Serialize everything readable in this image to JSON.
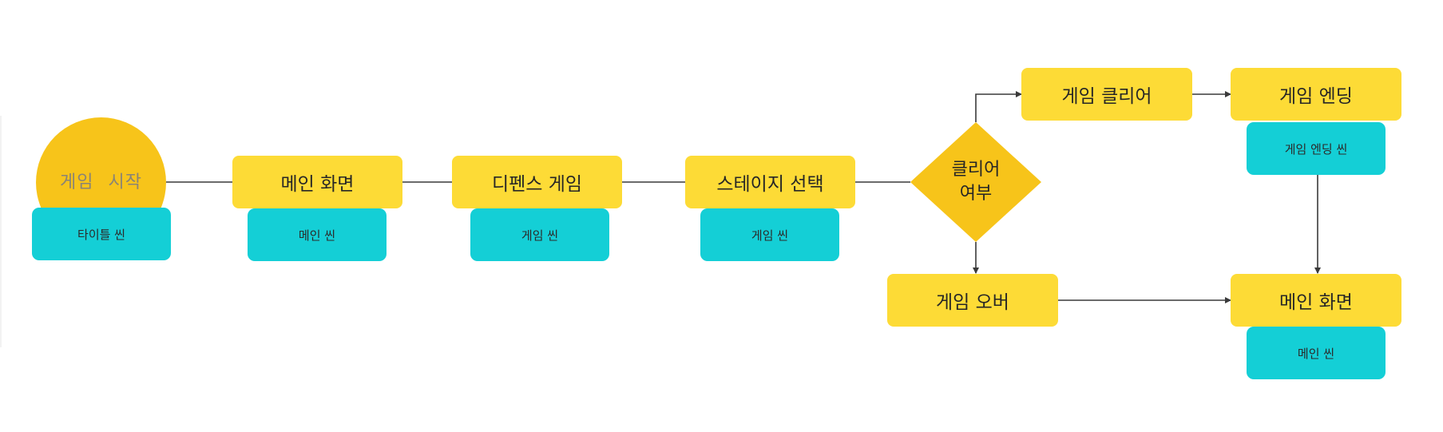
{
  "colors": {
    "process": "#fddb36",
    "scene": "#14cfd6",
    "start": "#f7c41a",
    "decision": "#f7c41a",
    "edge": "#3a3a3a"
  },
  "nodes": {
    "start": {
      "label": "게임 시작"
    },
    "title_scene": {
      "label": "타이틀 씬"
    },
    "main_screen": {
      "label": "메인 화면"
    },
    "main_scene": {
      "label": "메인 씬"
    },
    "defense_game": {
      "label": "디펜스 게임"
    },
    "defense_scene": {
      "label": "게임 씬"
    },
    "stage_select": {
      "label": "스테이지 선택"
    },
    "stage_scene": {
      "label": "게임 씬"
    },
    "clear_check": {
      "label_line1": "클리어",
      "label_line2": "여부"
    },
    "game_clear": {
      "label": "게임 클리어"
    },
    "game_ending": {
      "label": "게임 엔딩"
    },
    "ending_scene": {
      "label": "게임 엔딩 씬"
    },
    "game_over": {
      "label": "게임 오버"
    },
    "main_screen_2": {
      "label": "메인 화면"
    },
    "main_scene_2": {
      "label": "메인 씬"
    }
  },
  "edges": [
    {
      "from": "start",
      "to": "main_screen",
      "arrow": false
    },
    {
      "from": "main_screen",
      "to": "defense_game",
      "arrow": false
    },
    {
      "from": "defense_game",
      "to": "stage_select",
      "arrow": false
    },
    {
      "from": "stage_select",
      "to": "clear_check",
      "arrow": false
    },
    {
      "from": "clear_check",
      "to": "game_clear",
      "arrow": true
    },
    {
      "from": "clear_check",
      "to": "game_over",
      "arrow": true
    },
    {
      "from": "game_clear",
      "to": "game_ending",
      "arrow": true
    },
    {
      "from": "game_ending",
      "to": "main_screen_2",
      "arrow": true
    },
    {
      "from": "game_over",
      "to": "main_screen_2",
      "arrow": true
    }
  ]
}
